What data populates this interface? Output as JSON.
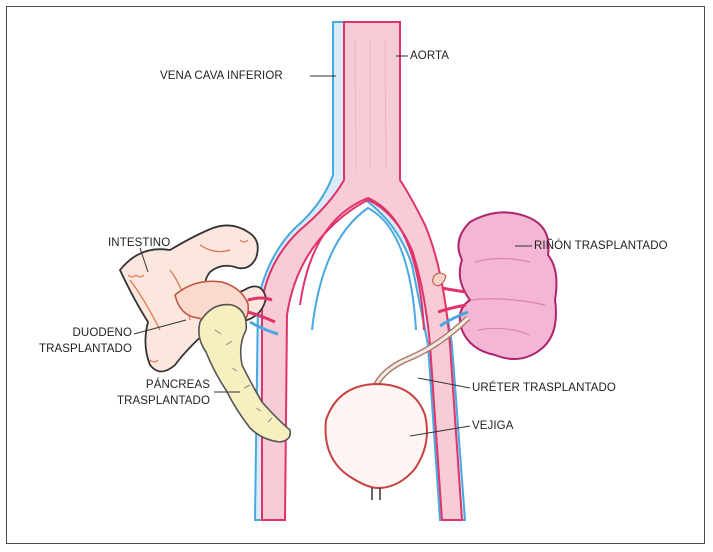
{
  "labels": {
    "aorta": "AORTA",
    "vena_cava": "VENA CAVA INFERIOR",
    "intestino": "INTESTINO",
    "duodeno_1": "DUODENO",
    "duodeno_2": "TRASPLANTADO",
    "pancreas_1": "PÁNCREAS",
    "pancreas_2": "TRASPLANTADO",
    "rinon": "RIÑÓN TRASPLANTADO",
    "ureter": "URÉTER TRASPLANTADO",
    "vejiga": "VEJIGA"
  },
  "colors": {
    "artery_fill": "#f6c7d2",
    "artery_line": "#e0336a",
    "vein_line": "#4aa8e0",
    "vein_fill": "#cfe8f6",
    "kidney_fill": "#f3b6d4",
    "kidney_line": "#b0246e",
    "bladder_line": "#c94040",
    "intestine_line": "#e0704a",
    "pancreas_fill": "#f7efc0",
    "frame": "#4a4a4a"
  }
}
